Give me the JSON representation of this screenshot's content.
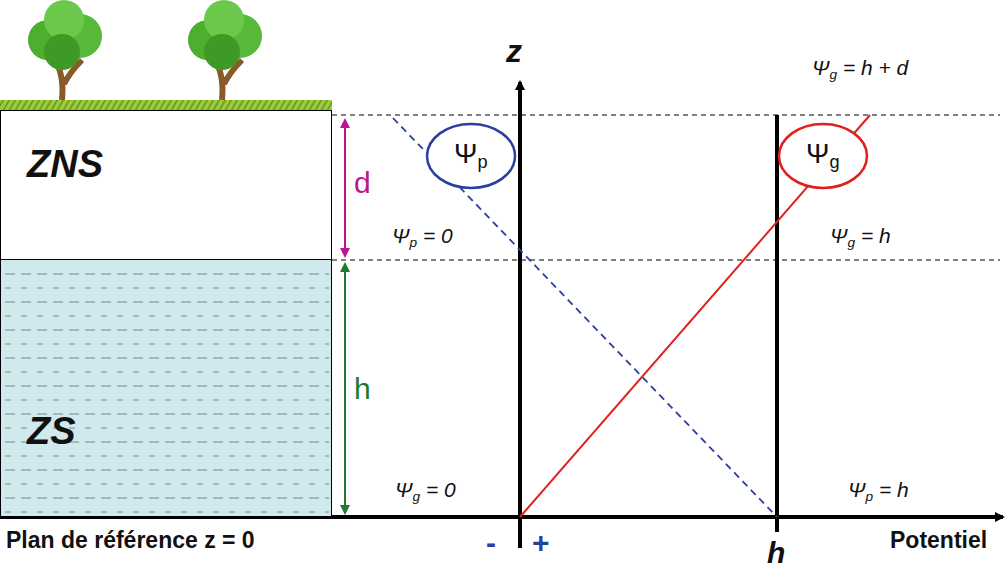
{
  "diagram": {
    "nodes": [
      {
        "text": [
          "ZNS"
        ]
      },
      {
        "text": [
          "ZS"
        ]
      },
      {
        "text": [
          "Ψp"
        ]
      },
      {
        "text": [
          "Ψg"
        ]
      }
    ],
    "labels": [
      "Ψg = h + d",
      "Ψp = 0",
      "Ψg = h",
      "d",
      "h",
      "z",
      "Ψg = 0",
      "Ψp = h",
      "Plan de référence z = 0",
      "-",
      "+",
      "h",
      "Potentiel"
    ]
  }
}
